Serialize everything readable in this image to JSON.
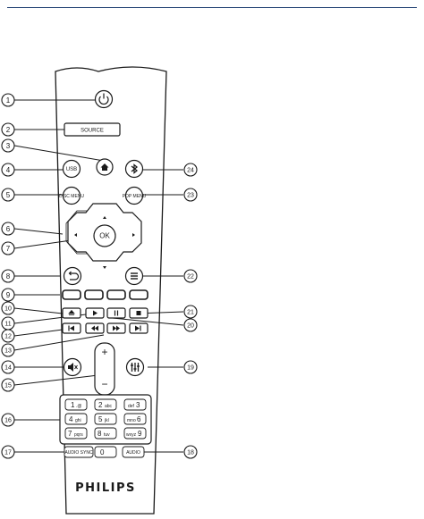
{
  "brand": "PHILIPS",
  "labels": {
    "source": "SOURCE",
    "usb": "USB",
    "disc_menu": "DISC MENU",
    "pop_menu": "POP MENU",
    "ok": "OK",
    "audio_sync": "AUDIO SYNC",
    "num0": "0",
    "audio": "AUDIO"
  },
  "keypad": [
    {
      "digit": "1",
      "letters": ".@"
    },
    {
      "digit": "2",
      "letters": "abc"
    },
    {
      "digit": "3",
      "letters": "def"
    },
    {
      "digit": "4",
      "letters": "ghi"
    },
    {
      "digit": "5",
      "letters": "jkl"
    },
    {
      "digit": "6",
      "letters": "mno"
    },
    {
      "digit": "7",
      "letters": "pqrs"
    },
    {
      "digit": "8",
      "letters": "tuv"
    },
    {
      "digit": "9",
      "letters": "wxyz"
    }
  ],
  "callouts": [
    "1",
    "2",
    "3",
    "4",
    "5",
    "6",
    "7",
    "8",
    "9",
    "10",
    "11",
    "12",
    "13",
    "14",
    "15",
    "16",
    "17",
    "18",
    "19",
    "20",
    "21",
    "22",
    "23",
    "24"
  ],
  "volume": {
    "plus": "+",
    "minus": "−"
  },
  "icons": [
    "power-icon",
    "home-icon",
    "bluetooth-icon",
    "back-icon",
    "options-icon",
    "eject-icon",
    "play-icon",
    "pause-icon",
    "stop-icon",
    "previous-icon",
    "next-icon",
    "rewind-icon",
    "fast-forward-icon",
    "mute-icon",
    "sound-settings-icon",
    "arrow-up-icon",
    "arrow-down-icon",
    "arrow-left-icon",
    "arrow-right-icon"
  ],
  "colors": {
    "outline": "#1a1a1a",
    "header_rule": "#1a3a6e"
  }
}
